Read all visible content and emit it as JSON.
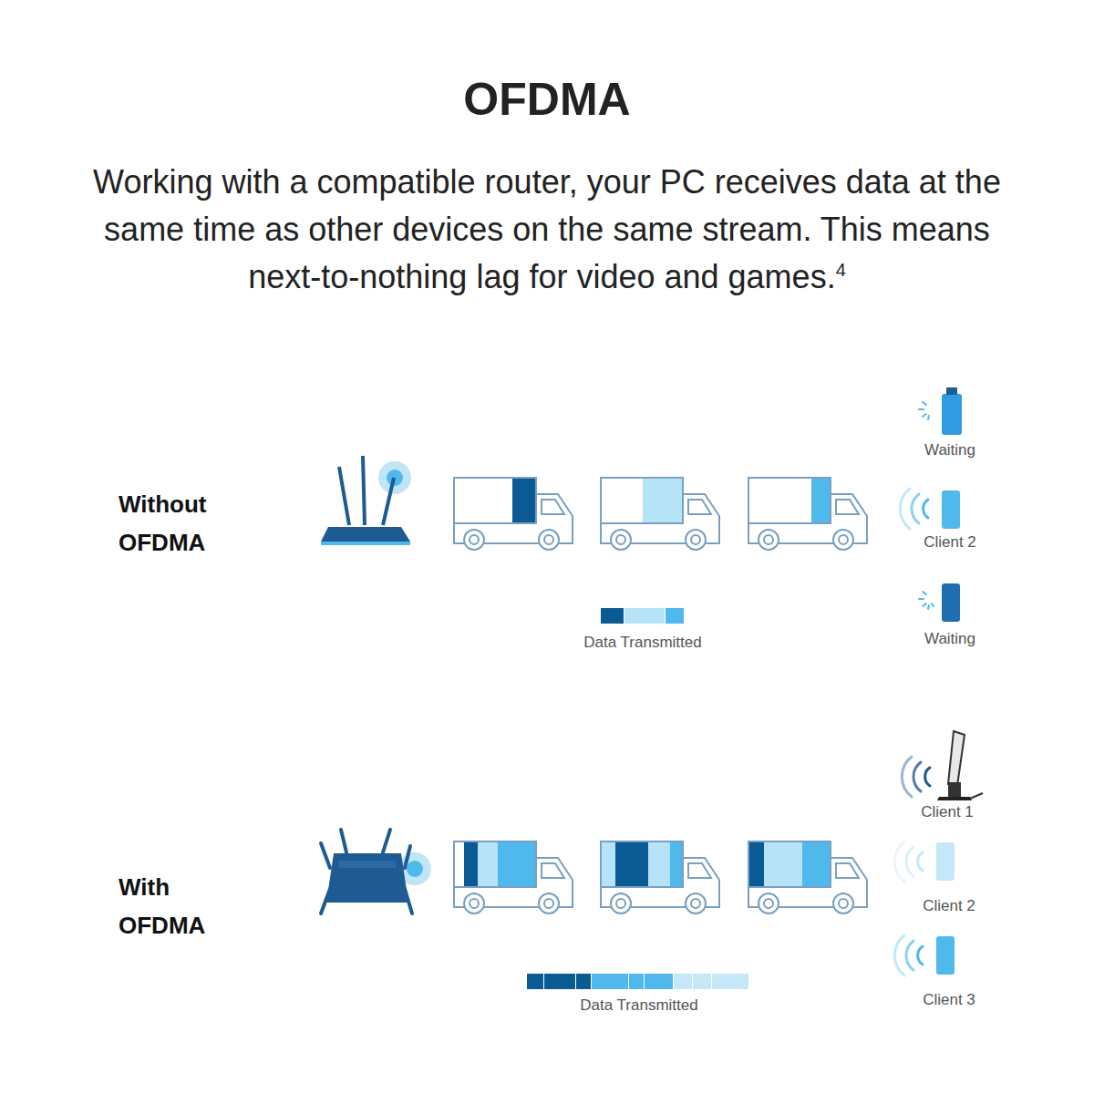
{
  "diagram": {
    "title": "OFDMA",
    "caption": "Working with a compatible router, your PC receives data at the same time as other devices on the same stream. This means next-to-nothing lag for video and games.",
    "labels": [
      "Without OFDMA",
      "Waiting",
      "Client 2",
      "Waiting",
      "Data Transmitted",
      "With OFDMA",
      "Client 1",
      "Client 2",
      "Client 3",
      "Data Transmitted",
      "4"
    ]
  }
}
